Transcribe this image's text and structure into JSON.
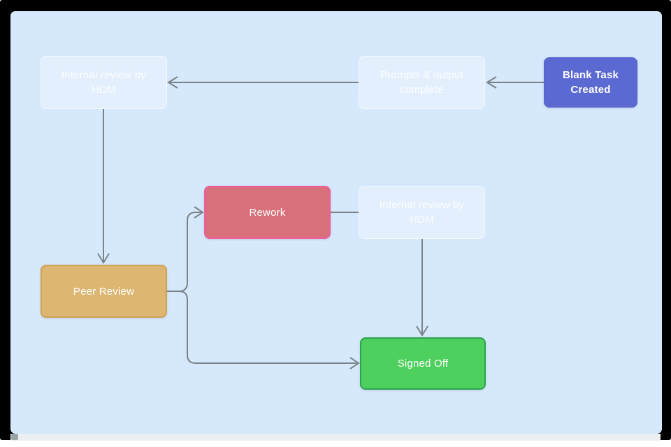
{
  "diagram": {
    "type": "flowchart",
    "canvas_background": "#d6e8fc",
    "frame_color": "#000000",
    "edge_color": "#7b8287",
    "nodes": [
      {
        "id": "internal-review-top",
        "label": "Internal review by HDM",
        "variant": "ghost",
        "fill": "rgba(255,255,255,0.32)"
      },
      {
        "id": "prompts-output-complete",
        "label": "Prompts & output complete",
        "variant": "ghost",
        "fill": "rgba(255,255,255,0.32)"
      },
      {
        "id": "blank-task-created",
        "label": "Blank Task Created",
        "variant": "indigo",
        "fill": "#5b69d2"
      },
      {
        "id": "rework",
        "label": "Rework",
        "variant": "rose",
        "fill": "#d8707b",
        "border": "#ee5d9e"
      },
      {
        "id": "internal-review-mid",
        "label": "Internal review by HDM",
        "variant": "ghost",
        "fill": "rgba(255,255,255,0.32)"
      },
      {
        "id": "peer-review",
        "label": "Peer Review",
        "variant": "gold",
        "fill": "#ddb671",
        "border": "#cfa255"
      },
      {
        "id": "signed-off",
        "label": "Signed Off",
        "variant": "green",
        "fill": "#4ed05e",
        "border": "#2ca44b"
      }
    ],
    "edges": [
      {
        "from": "blank-task-created",
        "to": "prompts-output-complete",
        "arrow": true
      },
      {
        "from": "prompts-output-complete",
        "to": "internal-review-top",
        "arrow": true
      },
      {
        "from": "internal-review-top",
        "to": "peer-review",
        "arrow": true
      },
      {
        "from": "peer-review",
        "to": "rework",
        "arrow": true
      },
      {
        "from": "peer-review",
        "to": "signed-off",
        "arrow": true
      },
      {
        "from": "rework",
        "to": "internal-review-mid",
        "arrow": false
      },
      {
        "from": "internal-review-mid",
        "to": "signed-off",
        "arrow": true
      }
    ]
  }
}
